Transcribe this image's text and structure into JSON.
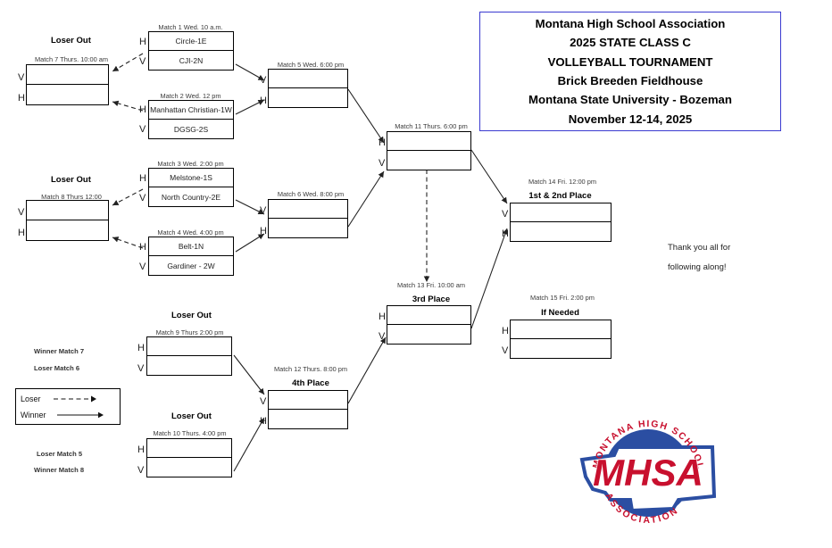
{
  "title": {
    "lines": [
      "Montana High School Association",
      "2025 STATE CLASS C",
      "VOLLEYBALL TOURNAMENT",
      "Brick Breeden Fieldhouse",
      "Montana State University - Bozeman",
      "November 12-14, 2025"
    ],
    "border_color": "#3a3ad0"
  },
  "matches": [
    {
      "id": "match1",
      "label": "Match 1 Wed. 10 a.m.",
      "top_seat": "H",
      "bot_seat": "V",
      "top_team": "Circle-1E",
      "bot_team": "CJI-2N",
      "place_label": ""
    },
    {
      "id": "match2",
      "label": "Match 2 Wed. 12 pm",
      "top_seat": "H",
      "bot_seat": "V",
      "top_team": "Manhattan Christian-1W",
      "bot_team": "DGSG-2S",
      "place_label": ""
    },
    {
      "id": "match3",
      "label": "Match 3 Wed. 2:00 pm",
      "top_seat": "H",
      "bot_seat": "V",
      "top_team": "Melstone-1S",
      "bot_team": "North Country-2E",
      "place_label": ""
    },
    {
      "id": "match4",
      "label": "Match 4 Wed. 4:00 pm",
      "top_seat": "H",
      "bot_seat": "V",
      "top_team": "Belt-1N",
      "bot_team": "Gardiner - 2W",
      "place_label": ""
    },
    {
      "id": "match5",
      "label": "Match 5 Wed. 6:00 pm",
      "top_seat": "V",
      "bot_seat": "H",
      "top_team": "",
      "bot_team": "",
      "place_label": ""
    },
    {
      "id": "match6",
      "label": "Match 6 Wed. 8:00 pm",
      "top_seat": "V",
      "bot_seat": "H",
      "top_team": "",
      "bot_team": "",
      "place_label": ""
    },
    {
      "id": "match7",
      "label": "Match 7 Thurs. 10:00 am",
      "top_seat": "V",
      "bot_seat": "H",
      "top_team": "",
      "bot_team": "",
      "place_label": ""
    },
    {
      "id": "match8",
      "label": "Match 8 Thurs 12:00",
      "top_seat": "V",
      "bot_seat": "H",
      "top_team": "",
      "bot_team": "",
      "place_label": ""
    },
    {
      "id": "match9",
      "label": "Match 9 Thurs 2:00 pm",
      "top_seat": "H",
      "bot_seat": "V",
      "top_team": "",
      "bot_team": "",
      "place_label": ""
    },
    {
      "id": "match10",
      "label": "Match 10 Thurs. 4:00 pm",
      "top_seat": "H",
      "bot_seat": "V",
      "top_team": "",
      "bot_team": "",
      "place_label": ""
    },
    {
      "id": "match11",
      "label": "Match 11 Thurs. 6:00 pm",
      "top_seat": "H",
      "bot_seat": "V",
      "top_team": "",
      "bot_team": "",
      "place_label": ""
    },
    {
      "id": "match12",
      "label": "Match 12 Thurs. 8:00 pm",
      "top_seat": "V",
      "bot_seat": "H",
      "top_team": "",
      "bot_team": "",
      "place_label": "4th Place"
    },
    {
      "id": "match13",
      "label": "Match 13 Fri. 10:00 am",
      "top_seat": "H",
      "bot_seat": "V",
      "top_team": "",
      "bot_team": "",
      "place_label": "3rd Place"
    },
    {
      "id": "match14",
      "label": "Match 14 Fri. 12:00 pm",
      "top_seat": "V",
      "bot_seat": "H",
      "top_team": "",
      "bot_team": "",
      "place_label": "1st & 2nd Place"
    },
    {
      "id": "match15",
      "label": "Match 15 Fri. 2:00 pm",
      "top_seat": "H",
      "bot_seat": "V",
      "top_team": "",
      "bot_team": "",
      "place_label": "If Needed"
    }
  ],
  "loser_out_labels": [
    {
      "id": "loser-out-1",
      "text": "Loser Out"
    },
    {
      "id": "loser-out-2",
      "text": "Loser Out"
    },
    {
      "id": "loser-out-3",
      "text": "Loser Out"
    },
    {
      "id": "loser-out-4",
      "text": "Loser Out"
    }
  ],
  "feeder_notes": [
    {
      "id": "note-winner-match-7",
      "text": "Winner Match 7"
    },
    {
      "id": "note-loser-match-6",
      "text": "Loser Match 6"
    },
    {
      "id": "note-loser-match-5",
      "text": "Loser Match 5"
    },
    {
      "id": "note-winner-match-8",
      "text": "Winner Match 8"
    }
  ],
  "legend": {
    "loser_label": "Loser",
    "winner_label": "Winner"
  },
  "thanks": {
    "line1": "Thank you all for",
    "line2": "following along!"
  },
  "logo": {
    "center_text": "MHSA",
    "arc_top_text": "MONTANA HIGH SCHOOL",
    "arc_bottom_text": "ASSOCIATION",
    "red": "#c8102e",
    "blue": "#2b4ea2"
  }
}
